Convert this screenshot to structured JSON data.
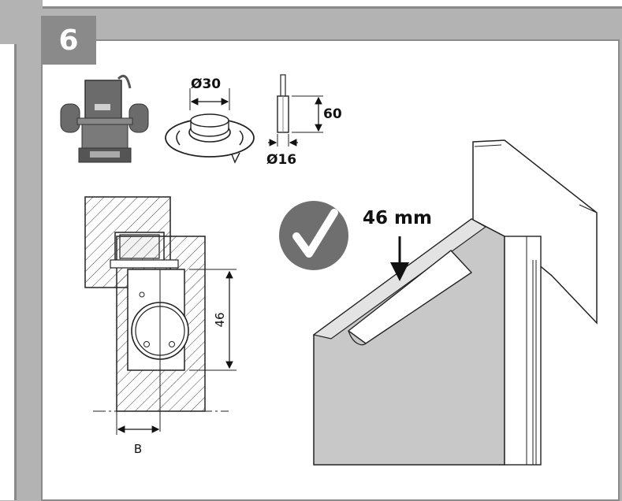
{
  "step": {
    "number": "6"
  },
  "tools": {
    "template": {
      "diameter_label": "Ø30"
    },
    "cutter": {
      "diameter_label": "Ø16",
      "length_label": "60"
    }
  },
  "section": {
    "height_label": "46",
    "offset_label": "B"
  },
  "door": {
    "depth_label": "46 mm",
    "check_icon": "checkmark-icon"
  },
  "colors": {
    "frame_gray": "#8a8a8a",
    "background_gray": "#b3b3b3",
    "check_gray": "#6f6f6f"
  }
}
